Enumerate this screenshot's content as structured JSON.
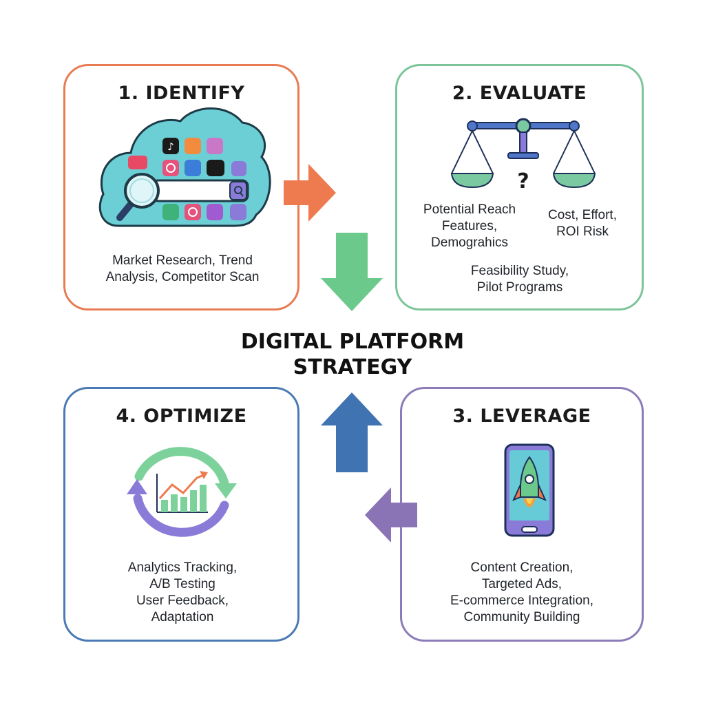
{
  "center": {
    "title_line1": "DIGITAL PLATFORM",
    "title_line2": "STRATEGY"
  },
  "steps": {
    "identify": {
      "title": "1. IDENTIFY",
      "description": "Market Research, Trend\nAnalysis, Competitor Scan",
      "color": "#e97b52",
      "icon": "cloud-search-icon"
    },
    "evaluate": {
      "title": "2. EVALUATE",
      "left_label": "Potential Reach\nFeatures,\nDemograhics",
      "right_label": "Cost, Effort,\nROI Risk",
      "question": "?",
      "description": "Feasibility Study,\nPilot Programs",
      "color": "#7cc59a",
      "icon": "balance-scale-icon"
    },
    "leverage": {
      "title": "3. LEVERAGE",
      "description": "Content Creation,\nTargeted Ads,\nE-commerce Integration,\nCommunity Building",
      "color": "#8b7bb8",
      "icon": "phone-rocket-icon"
    },
    "optimize": {
      "title": "4. OPTIMIZE",
      "description": "Analytics Tracking,\nA/B Testing\nUser Feedback,\nAdaptation",
      "color": "#4a7ab5",
      "icon": "cycle-chart-icon"
    }
  },
  "arrows": {
    "identify_to_evaluate": "#ee7a4f",
    "evaluate_to_center": "#6cc98c",
    "leverage_to_optimize": "#8a74b5",
    "optimize_to_center": "#3f73b1"
  }
}
